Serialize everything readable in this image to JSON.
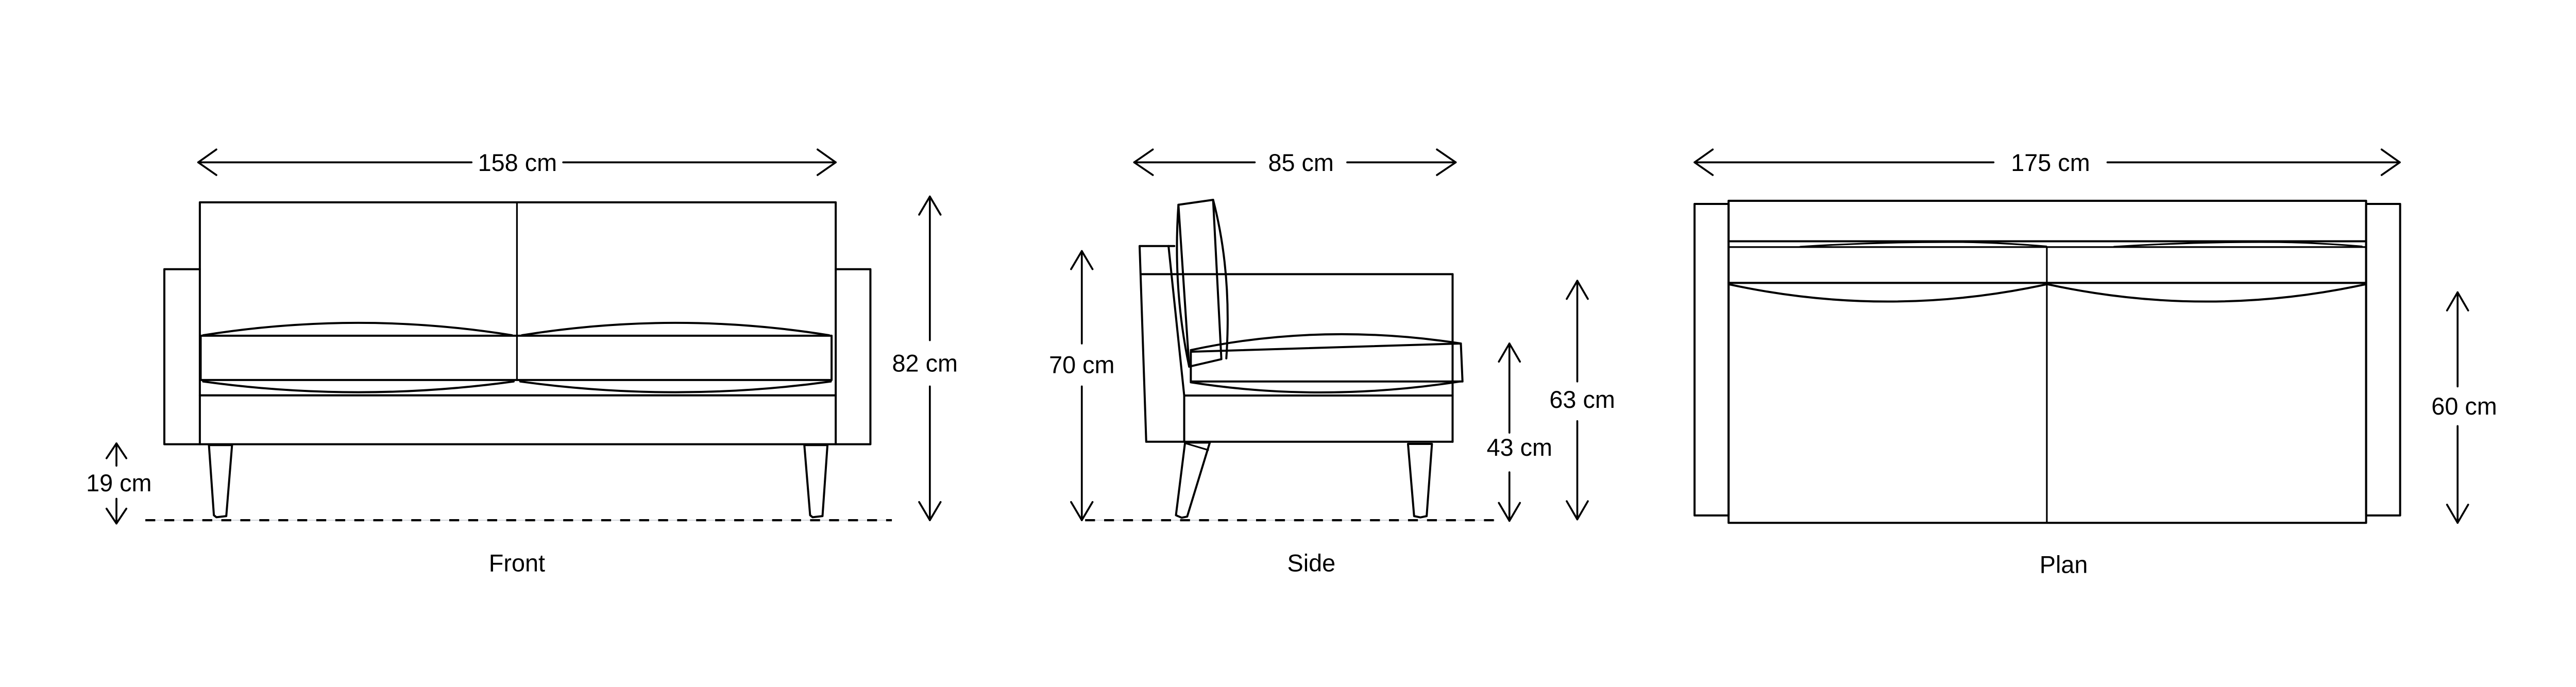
{
  "drawing": {
    "background": "#ffffff",
    "line_color": "#000000",
    "views": [
      {
        "id": "front",
        "label": "Front",
        "dimensions": {
          "width": "158 cm",
          "height": "82 cm",
          "leg_height": "19 cm"
        }
      },
      {
        "id": "side",
        "label": "Side",
        "dimensions": {
          "depth": "85 cm",
          "back_height": "70 cm",
          "arm_height": "63 cm",
          "seat_height": "43 cm"
        }
      },
      {
        "id": "plan",
        "label": "Plan",
        "dimensions": {
          "width": "175 cm",
          "seat_depth": "60 cm"
        }
      }
    ]
  }
}
